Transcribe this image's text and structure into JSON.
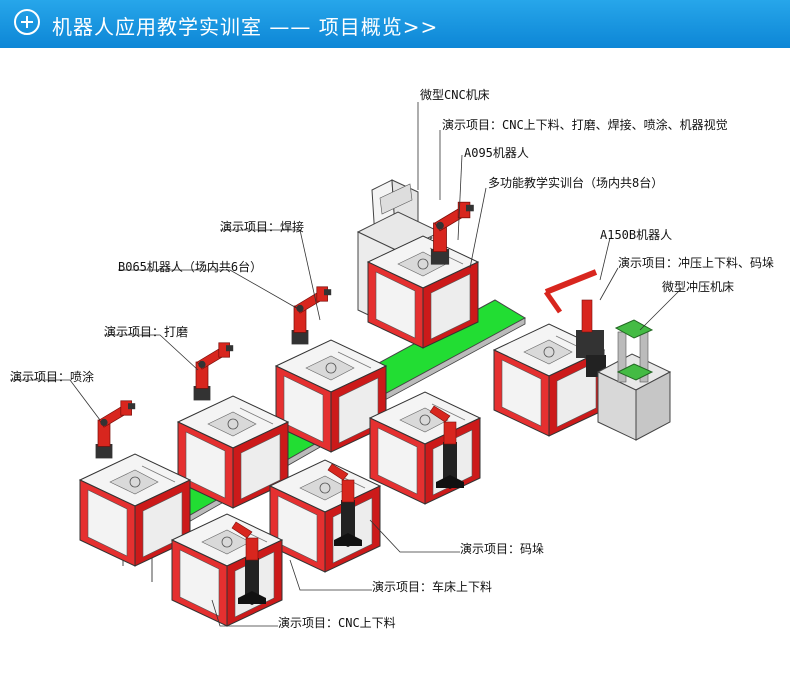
{
  "header": {
    "title": "机器人应用教学实训室 —— 项目概览>>",
    "icon": "plus-circle-icon",
    "bg_color": "#1a96e0"
  },
  "labels": {
    "cnc_machine": "微型CNC机床",
    "demo_cnc_line": "演示项目：CNC上下料、打磨、焊接、喷涂、机器视觉",
    "a095_robot": "A095机器人",
    "training_table": "多功能教学实训台（场内共8台）",
    "demo_weld": "演示项目：焊接",
    "a150b_robot": "A150B机器人",
    "b065_robot": "B065机器人（场内共6台）",
    "demo_press": "演示项目：冲压上下料、码垛",
    "press_machine": "微型冲压机床",
    "demo_grind": "演示项目：打磨",
    "demo_spray": "演示项目：喷涂",
    "demo_stack": "演示项目：码垛",
    "demo_lathe": "演示项目：车床上下料",
    "demo_cnc": "演示项目：CNC上下料"
  },
  "colors": {
    "conveyor": "#22dd33",
    "frame_red": "#e0161a",
    "robot_red": "#d8261e",
    "panel": "#f2f2f2"
  }
}
